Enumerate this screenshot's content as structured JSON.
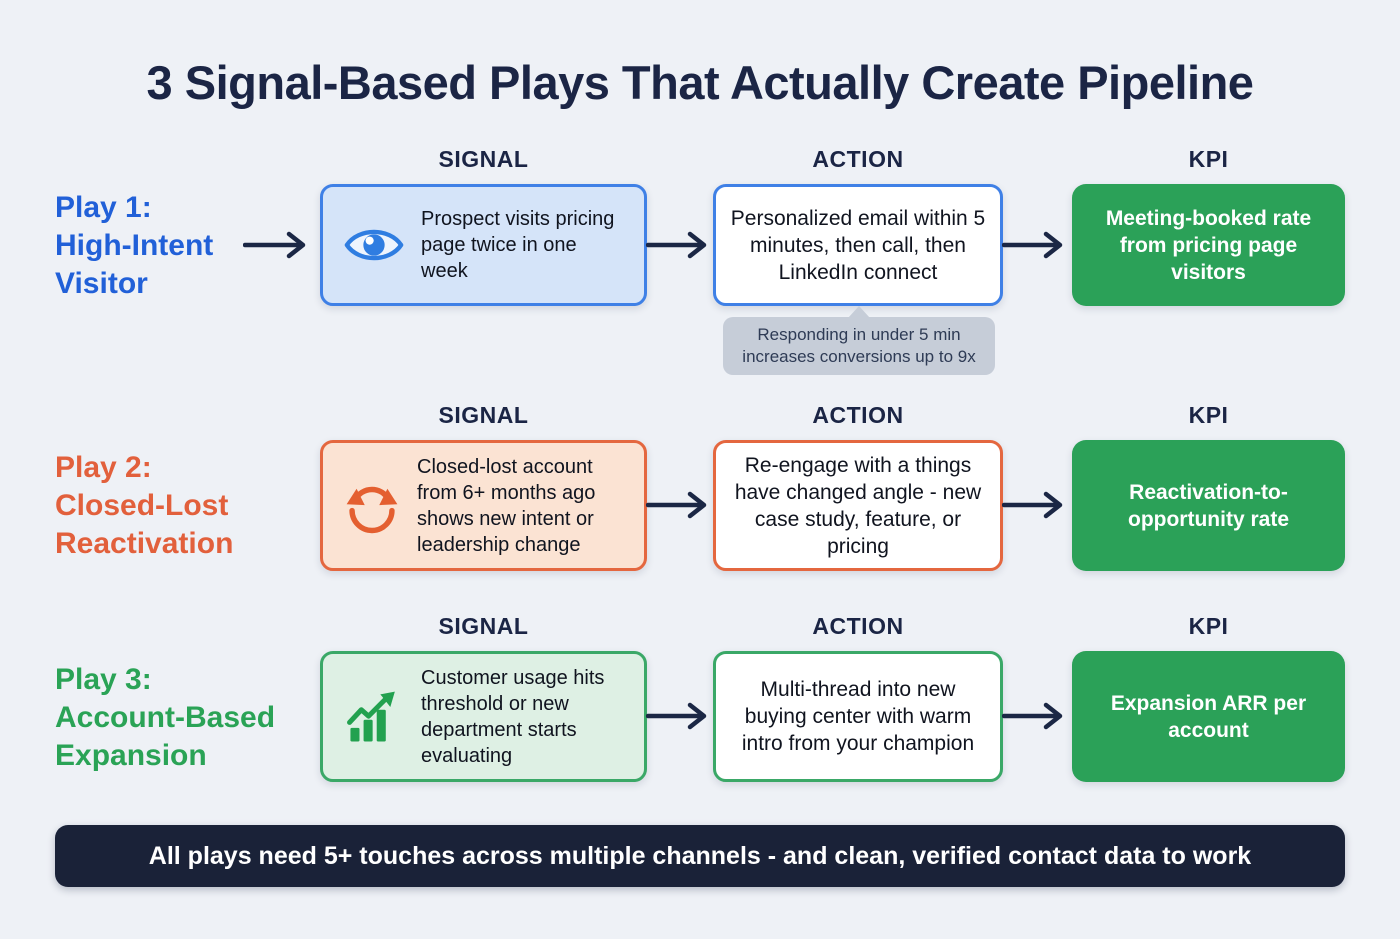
{
  "title": "3 Signal-Based Plays That Actually Create Pipeline",
  "column_headers": {
    "signal": "SIGNAL",
    "action": "ACTION",
    "kpi": "KPI"
  },
  "plays": [
    {
      "label_lines": [
        "Play 1:",
        "High-Intent",
        "Visitor"
      ],
      "signal_icon": "eye-icon",
      "signal": "Prospect visits pricing page twice in one week",
      "action": "Personalized email within 5 minutes, then call, then LinkedIn connect",
      "kpi": "Meeting-booked rate from pricing page visitors",
      "callout": "Responding in under 5 min increases conversions up to 9x",
      "theme": {
        "label": "#2160d8",
        "border": "#3f80e6",
        "fill": "#d5e4f9",
        "icon": "#2f7de1"
      }
    },
    {
      "label_lines": [
        "Play 2:",
        "Closed-Lost",
        "Reactivation"
      ],
      "signal_icon": "refresh-icon",
      "signal": "Closed-lost account from 6+ months ago shows new intent or leadership change",
      "action": "Re-engage with a things have changed angle - new case study, feature, or pricing",
      "kpi": "Reactivation-to-opportunity rate",
      "theme": {
        "label": "#e2603c",
        "border": "#e4673f",
        "fill": "#fbe3d3",
        "icon": "#e45f30"
      }
    },
    {
      "label_lines": [
        "Play 3:",
        "Account-Based",
        "Expansion"
      ],
      "signal_icon": "growth-chart-icon",
      "signal": "Customer usage hits threshold or new department starts evaluating",
      "action": "Multi-thread into new buying center with warm intro from your champion",
      "kpi": "Expansion ARR per account",
      "theme": {
        "label": "#2aa356",
        "border": "#3aa867",
        "fill": "#def0e4",
        "icon": "#22a14f"
      }
    }
  ],
  "footer": "All plays need 5+ touches across multiple channels - and clean, verified contact data to work",
  "colors": {
    "background": "#eef1f6",
    "navy": "#1b2545",
    "kpi_green": "#2ba158",
    "kpi_text": "#ffffff",
    "footer_bg": "#1a2238",
    "footer_text": "#ffffff",
    "callout_bg": "#c6cdd8",
    "callout_text": "#2e3b55",
    "arrow": "#1b2745",
    "box_text": "#10141f",
    "action_bg": "#ffffff"
  }
}
